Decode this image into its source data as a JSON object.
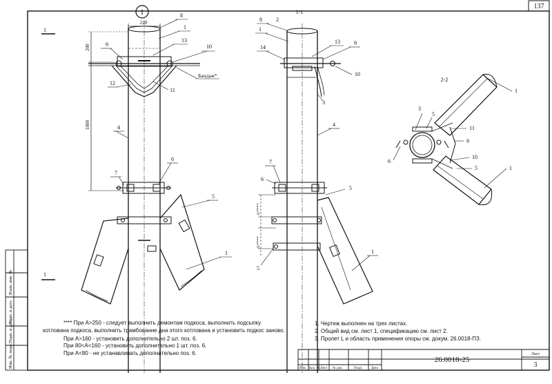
{
  "sheet": {
    "page_number": "137",
    "drawing_code": "26.0018-25",
    "sheet_label": "Лист",
    "sheet_number": "3"
  },
  "views": {
    "front_marker": "I",
    "section_1": "1-1",
    "section_2": "2-2",
    "cut_mark": "1"
  },
  "dimensions": {
    "top_width": "220",
    "top_height": "200",
    "height_1000": "1000",
    "a_mark": "A****"
  },
  "callouts": {
    "bandage": "Бандаж*"
  },
  "left_strip": {
    "inv_orig": "Инв. № подл.",
    "sign_date_1": "Подп. и дата",
    "repl_inv": "Взам. инв. №",
    "sign_date_2": "Подп. и дата",
    "top_box": ""
  },
  "title_block": {
    "cols": [
      "Изм.",
      "Кол. уч.",
      "Лист",
      "№ док.",
      "Подп.",
      "Дата"
    ]
  },
  "notes_left": [
    "**** При А>250 - следует выполнить демонтаж подкоса, выполнить подсыпку",
    "котлована подкоса, выполнить трамбование дна этого котлована и установить подкос заново.",
    "При А>160 - установить дополнительно 2 шт. поз. 6.",
    "При 80<А<160 - установить дополнительно 1 шт. поз. 6.",
    "При А<80 - не устанавливать дополнительно поз. 6."
  ],
  "notes_right": [
    "1. Чертеж выполнен на трех листах.",
    "2. Общий вид см. лист 1, спецификацию см. лист 2.",
    "3. Пролет L и область применения опоры см. докум. 26.0018-ПЗ."
  ]
}
